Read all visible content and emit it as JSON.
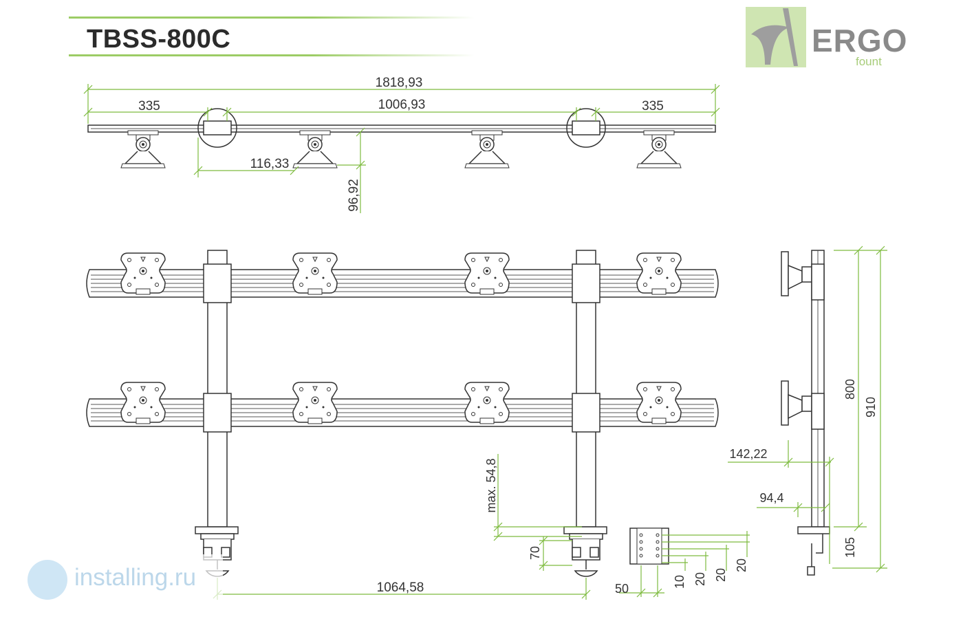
{
  "title": "TBSS-800C",
  "logo": {
    "word": "ERGO",
    "sub": "fount",
    "icon": "ergofount-logo-icon"
  },
  "watermark": {
    "text": "installing.ru",
    "icon": "installing-logo-icon"
  },
  "colors": {
    "dimension": "#7dbb3e",
    "drawing": "#333333",
    "title": "#2b2b2b",
    "accent": "#9ccc65"
  },
  "top_view": {
    "total_width": "1818,93",
    "left_segment": "335",
    "middle_segment": "1006,93",
    "right_segment": "335",
    "offset": "116,33",
    "depth": "96,92"
  },
  "front_view": {
    "pole_spacing": "1064,58",
    "clamp_max": "max. 54,8",
    "clamp_height": "70"
  },
  "detail_view": {
    "width": "50",
    "hole_1": "10",
    "hole_2": "20",
    "hole_3": "20",
    "hole_4": "20"
  },
  "side_view": {
    "rail_spacing": "800",
    "total_height": "910",
    "depth_upper": "142,22",
    "depth_lower": "94,4",
    "base_height": "105"
  }
}
